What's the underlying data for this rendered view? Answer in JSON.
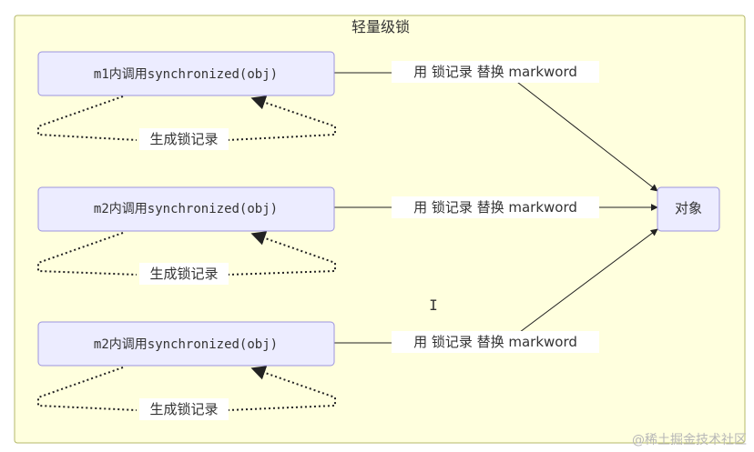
{
  "subgraph_title": "轻量级锁",
  "nodes": {
    "call1": "m1内调用synchronized(obj)",
    "call2": "m2内调用synchronized(obj)",
    "call3": "m2内调用synchronized(obj)",
    "object": "对象"
  },
  "edge_labels": {
    "replace1": "用 锁记录 替换 markword",
    "replace2": "用 锁记录 替换 markword",
    "replace3": "用 锁记录 替换 markword",
    "gen1": "生成锁记录",
    "gen2": "生成锁记录",
    "gen3": "生成锁记录"
  },
  "cursor": "I",
  "watermark": "@稀土掘金技术社区"
}
